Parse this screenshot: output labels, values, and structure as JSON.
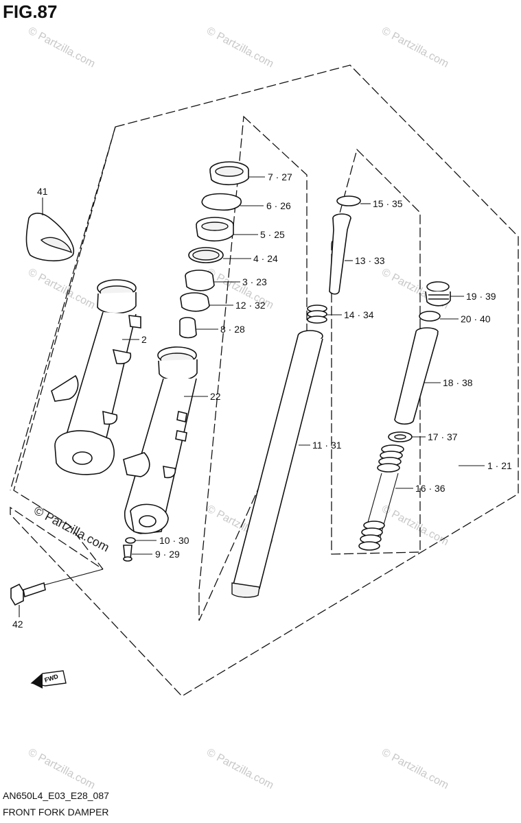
{
  "figure_title": "FIG.87",
  "footer": {
    "code": "AN650L4_E03_E28_087",
    "title": "FRONT FORK DAMPER"
  },
  "watermark": "© Partzilla.com",
  "fwd_label": "FWD",
  "parts": [
    {
      "id": "p41",
      "label": "41"
    },
    {
      "id": "p2",
      "label": "2"
    },
    {
      "id": "p22",
      "label": "22"
    },
    {
      "id": "p42",
      "label": "42"
    },
    {
      "id": "p7",
      "label": "7 · 27"
    },
    {
      "id": "p6",
      "label": "6 · 26"
    },
    {
      "id": "p5",
      "label": "5 · 25"
    },
    {
      "id": "p4",
      "label": "4 · 24"
    },
    {
      "id": "p3",
      "label": "3 · 23"
    },
    {
      "id": "p12",
      "label": "12 · 32"
    },
    {
      "id": "p8",
      "label": "8 · 28"
    },
    {
      "id": "p10",
      "label": "10 · 30"
    },
    {
      "id": "p9",
      "label": "9 · 29"
    },
    {
      "id": "p15",
      "label": "15 · 35"
    },
    {
      "id": "p13",
      "label": "13 · 33"
    },
    {
      "id": "p14",
      "label": "14 · 34"
    },
    {
      "id": "p11",
      "label": "11 · 31"
    },
    {
      "id": "p19",
      "label": "19 · 39"
    },
    {
      "id": "p20",
      "label": "20 · 40"
    },
    {
      "id": "p18",
      "label": "18 · 38"
    },
    {
      "id": "p17",
      "label": "17 · 37"
    },
    {
      "id": "p16",
      "label": "16 · 36"
    },
    {
      "id": "p1",
      "label": "1 · 21"
    }
  ]
}
